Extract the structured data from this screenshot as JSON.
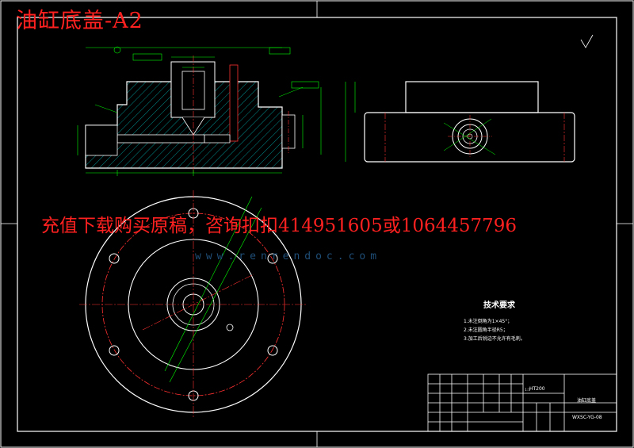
{
  "overlay": {
    "title": "油缸底盖-A2",
    "banner": "充值下载购买原稿，咨询扣扣414951605或1064457796",
    "watermark_url": "www.renrendoc.com"
  },
  "technical_requirements": {
    "title": "技术要求",
    "notes": [
      "1.未注倒角为1×45°；",
      "2.未注圆角半径R5；",
      "3.加工后锐边不允许有毛刺。"
    ]
  },
  "title_block": {
    "part_name": "油缸底盖",
    "drawing_number": "WXSC-YG-08",
    "material": "HT200",
    "scale_label": "1:1"
  },
  "colors": {
    "outline": "#ffffff",
    "hatch": "#00c8c8",
    "center_line": "#ff3030",
    "dimension": "#00ff00",
    "watermark": "#1f4e78"
  }
}
